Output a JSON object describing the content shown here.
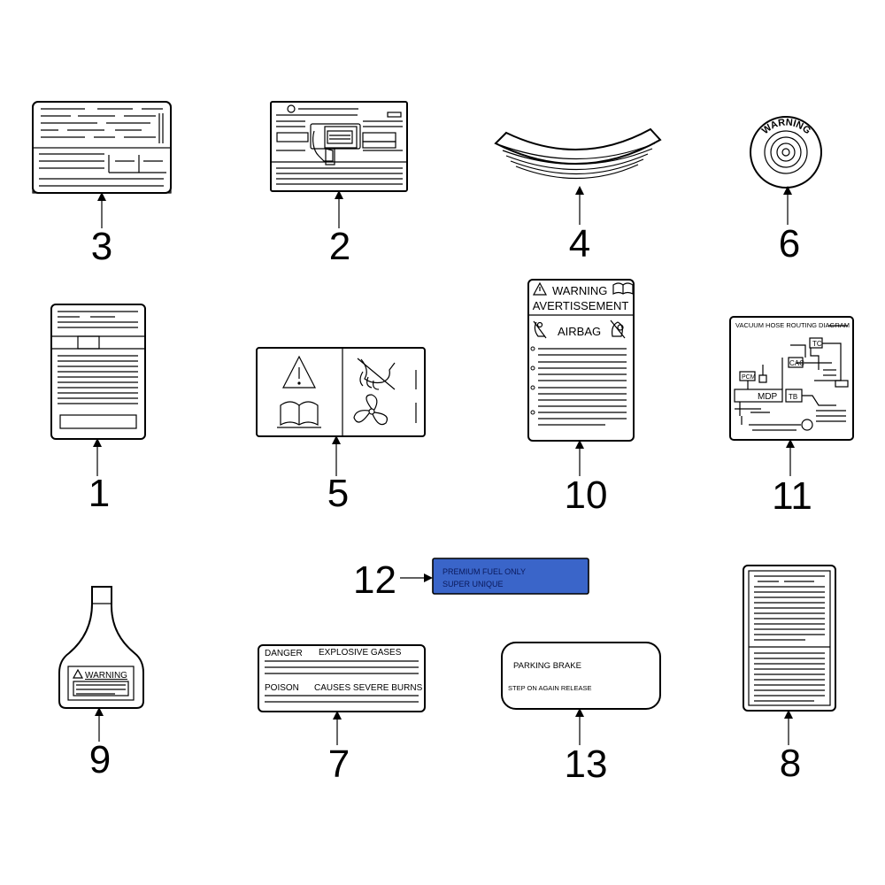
{
  "callouts": {
    "n1": "1",
    "n2": "2",
    "n3": "3",
    "n4": "4",
    "n5": "5",
    "n6": "6",
    "n7": "7",
    "n8": "8",
    "n9": "9",
    "n10": "10",
    "n11": "11",
    "n12": "12",
    "n13": "13"
  },
  "labels": {
    "emission_warning": "WARNING",
    "airbag_warning": "WARNING",
    "airbag_avertissement": "AVERTISSEMENT",
    "airbag_airbag": "AIRBAG",
    "vacuum_title": "VACUUM HOSE ROUTING DIAGRAM",
    "vacuum_tc": "TC",
    "vacuum_cac": "CAC",
    "vacuum_pcm": "PCM",
    "vacuum_mdp": "MDP",
    "vacuum_tb": "TB",
    "fuel_line1": "PREMIUM FUEL ONLY",
    "fuel_line2": "SUPER UNIQUE",
    "coolant_warning": "WARNING",
    "battery_danger": "DANGER",
    "battery_explosive": "EXPLOSIVE GASES",
    "battery_poison": "POISON",
    "battery_burns": "CAUSES SEVERE BURNS",
    "brake_title": "PARKING BRAKE",
    "brake_instr": "STEP ON AGAIN RELEASE"
  },
  "colors": {
    "fuel_label_fill": "#3a65c9",
    "fuel_label_text": "#0b1a5c"
  }
}
